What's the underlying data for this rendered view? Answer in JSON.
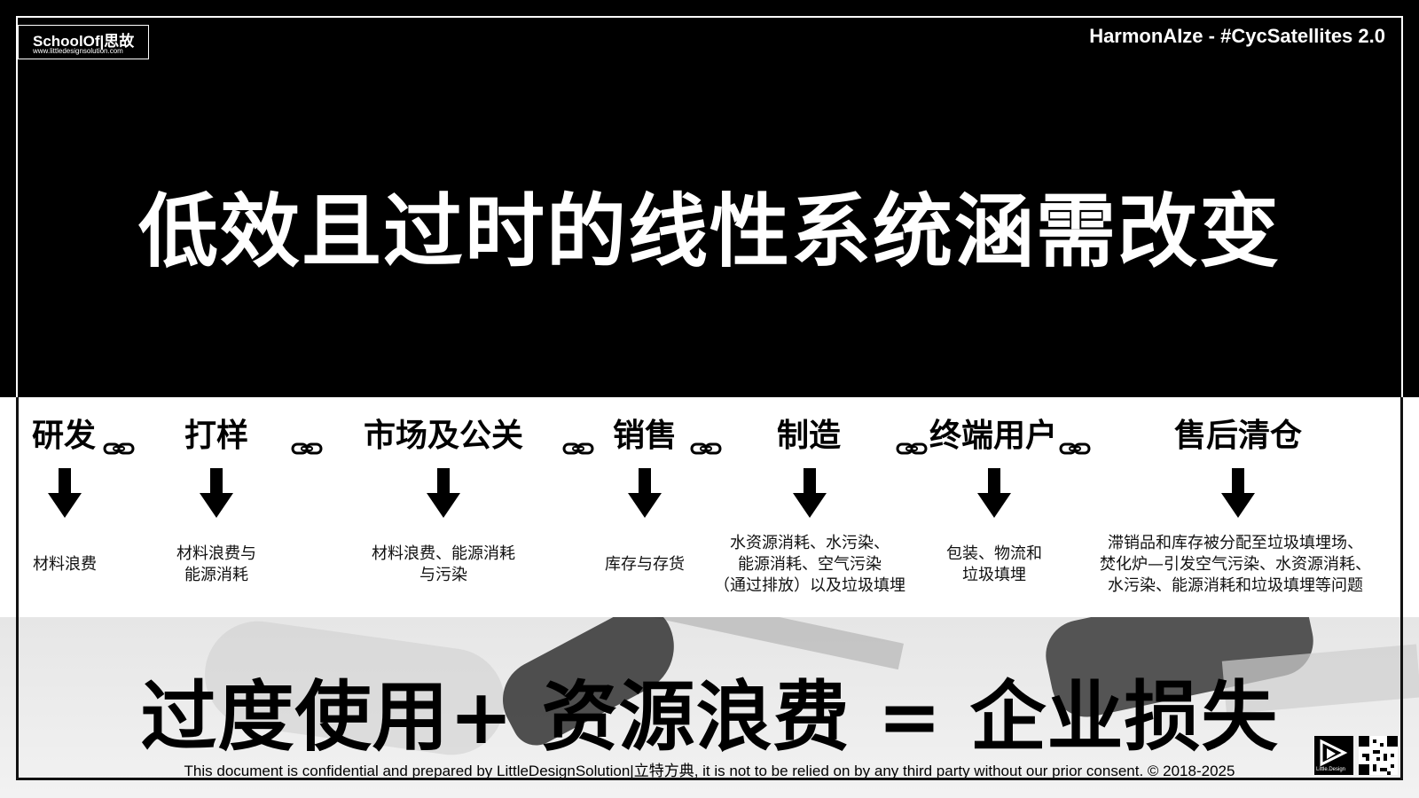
{
  "header": {
    "logo_name": "SchoolOf|思故",
    "logo_url": "www.littledesignsolution.com",
    "top_right": "HarmonAIze - #CycSatellites 2.0"
  },
  "headline": "低效且过时的线性系统涵需改变",
  "stages": [
    {
      "title": "研发",
      "desc": [
        "材料浪费"
      ]
    },
    {
      "title": "打样",
      "desc": [
        "材料浪费与",
        "能源消耗"
      ]
    },
    {
      "title": "市场及公关",
      "desc": [
        "材料浪费、能源消耗",
        "与污染"
      ]
    },
    {
      "title": "销售",
      "desc": [
        "库存与存货"
      ]
    },
    {
      "title": "制造",
      "desc": [
        "水资源消耗、水污染、",
        "能源消耗、空气污染",
        "（通过排放）以及垃圾填埋"
      ]
    },
    {
      "title": "终端用户",
      "desc": [
        "包装、物流和",
        "垃圾填埋"
      ]
    },
    {
      "title": "售后清仓",
      "desc": [
        "滞销品和库存被分配至垃圾填埋场、",
        "焚化炉—引发空气污染、水资源消耗、",
        "水污染、能源消耗和垃圾填埋等问题"
      ]
    }
  ],
  "equation": "过度使用+ 资源浪费 = 企业损失",
  "footer": "This document is confidential and prepared by LittleDesignSolution|立特方典, it is not to be relied on by any third party without our prior consent. © 2018-2025",
  "corner_logo_label": "Little.Design",
  "colors": {
    "dark": "#000000",
    "light": "#ffffff",
    "band": "#eeeeee"
  },
  "icons": [
    "chain-link-icon",
    "down-arrow-icon",
    "play-triangle-icon",
    "qr-code-icon"
  ]
}
